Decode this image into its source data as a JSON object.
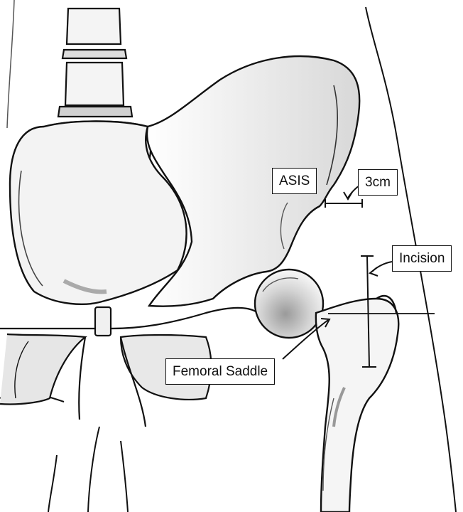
{
  "labels": {
    "asis": "ASIS",
    "distance": "3cm",
    "incision": "Incision",
    "femoral_saddle": "Femoral Saddle"
  },
  "colors": {
    "ink": "#111111",
    "shading": "#b9b9b9",
    "paper": "#ffffff"
  }
}
